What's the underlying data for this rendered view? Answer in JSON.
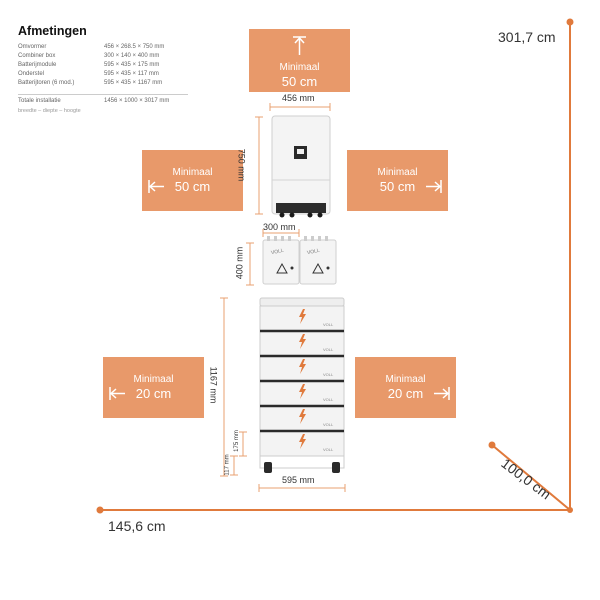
{
  "header": {
    "title": "Afmetingen"
  },
  "specs": [
    {
      "label": "Omvormer",
      "value": "456 × 268.5 × 750 mm"
    },
    {
      "label": "Combiner box",
      "value": "300 × 140 × 400 mm"
    },
    {
      "label": "Batterijmodule",
      "value": "595 × 435 × 175 mm"
    },
    {
      "label": "Onderstel",
      "value": "595 × 435 × 117 mm"
    },
    {
      "label": "Batterijtoren (6 mod.)",
      "value": "595 × 435 × 1167 mm"
    }
  ],
  "total": {
    "label": "Totale installatie",
    "value": "1456 × 1000 × 3017 mm"
  },
  "note": "breedte – diepte – hoogte",
  "clearance": {
    "top": {
      "label": "Minimaal",
      "value": "50 cm"
    },
    "inverter_left": {
      "label": "Minimaal",
      "value": "50 cm"
    },
    "inverter_right": {
      "label": "Minimaal",
      "value": "50 cm"
    },
    "battery_left": {
      "label": "Minimaal",
      "value": "20 cm"
    },
    "battery_right": {
      "label": "Minimaal",
      "value": "20 cm"
    }
  },
  "dimensions": {
    "inverter_width": "456 mm",
    "inverter_height": "750 mm",
    "combiner_width": "300 mm",
    "combiner_height": "400 mm",
    "tower_height": "1167 mm",
    "module_height": "175 mm",
    "base_height": "117 mm",
    "tower_width": "595 mm"
  },
  "overall": {
    "height": "301,7 cm",
    "depth": "100,0 cm",
    "width": "145,6 cm"
  },
  "combiner_brand": "VOLL",
  "module_brand": "VOLL",
  "colors": {
    "accent": "#e8996a",
    "line": "#e07a3c",
    "dim_line": "#e8a070",
    "device": "#f3f3f3"
  }
}
